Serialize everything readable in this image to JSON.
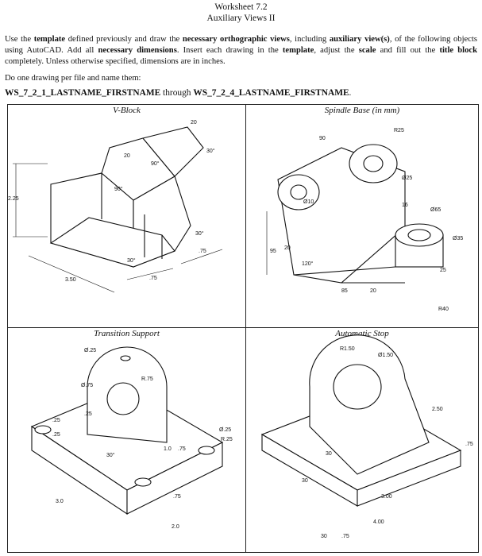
{
  "header": {
    "title": "Worksheet 7.2",
    "subtitle": "Auxiliary Views II"
  },
  "instructions": {
    "p1_a": "Use the ",
    "p1_b": "template",
    "p1_c": " defined previously and draw the ",
    "p1_d": "necessary orthographic views",
    "p1_e": ", including ",
    "p1_f": "auxiliary view(s)",
    "p1_g": ", of the following objects using AutoCAD. Add all ",
    "p1_h": "necessary dimensions",
    "p1_i": ". Insert each drawing in the ",
    "p1_j": "template",
    "p1_k": ", adjust the ",
    "p1_l": "scale",
    "p1_m": " and fill out the ",
    "p1_n": "title block",
    "p1_o": " completely. Unless otherwise specified, dimensions are in inches.",
    "p2": "Do one drawing per file and name them:",
    "naming_a": "WS_7_2_1_LASTNAME_FIRSTNAME",
    "naming_b": " through ",
    "naming_c": "WS_7_2_4_LASTNAME_FIRSTNAME",
    "naming_d": "."
  },
  "drawings": {
    "vblock": {
      "caption": "V-Block",
      "dims": [
        "20",
        "20",
        "90°",
        "30°",
        "90°",
        "2.25",
        "30°",
        ".75",
        "3.50",
        "30°",
        ".75"
      ]
    },
    "spindle": {
      "caption": "Spindle Base (in mm)",
      "dims": [
        "90",
        "R25",
        "Ø25",
        "Ø10",
        "16",
        "Ø65",
        "Ø35",
        "95",
        "20",
        "120°",
        "85",
        "20",
        "25",
        "R40"
      ]
    },
    "transition": {
      "caption": "Transition Support",
      "dims": [
        "Ø.25",
        "R.75",
        "Ø.75",
        ".25",
        ".25",
        ".25",
        "1.0",
        ".75",
        "Ø.25",
        "R.25",
        "30°",
        "3.0",
        ".75",
        "2.0"
      ]
    },
    "autostop": {
      "caption": "Automatic Stop",
      "dims": [
        "R1.50",
        "Ø1.50",
        "2.50",
        ".75",
        "30",
        "3.00",
        "4.00",
        "30",
        "30",
        ".75"
      ]
    }
  }
}
